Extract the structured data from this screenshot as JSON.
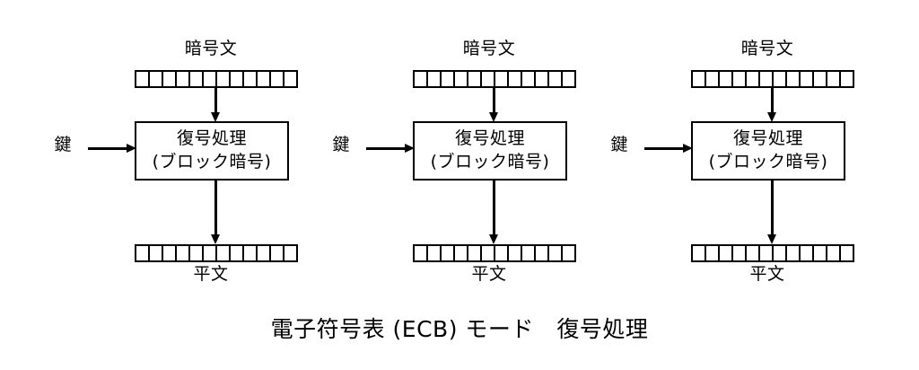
{
  "diagram": {
    "caption": "電子符号表 (ECB) モード　復号処理",
    "background_color": "#ffffff",
    "stroke_color": "#000000",
    "block_count": 3,
    "bar_cell_count": 12,
    "blocks": [
      {
        "cipher_label": "暗号文",
        "key_label": "鍵",
        "process_title": "復号処理",
        "process_subtitle": "(ブロック暗号)",
        "plain_label": "平文"
      },
      {
        "cipher_label": "暗号文",
        "key_label": "鍵",
        "process_title": "復号処理",
        "process_subtitle": "(ブロック暗号)",
        "plain_label": "平文"
      },
      {
        "cipher_label": "暗号文",
        "key_label": "鍵",
        "process_title": "復号処理",
        "process_subtitle": "(ブロック暗号)",
        "plain_label": "平文"
      }
    ]
  }
}
